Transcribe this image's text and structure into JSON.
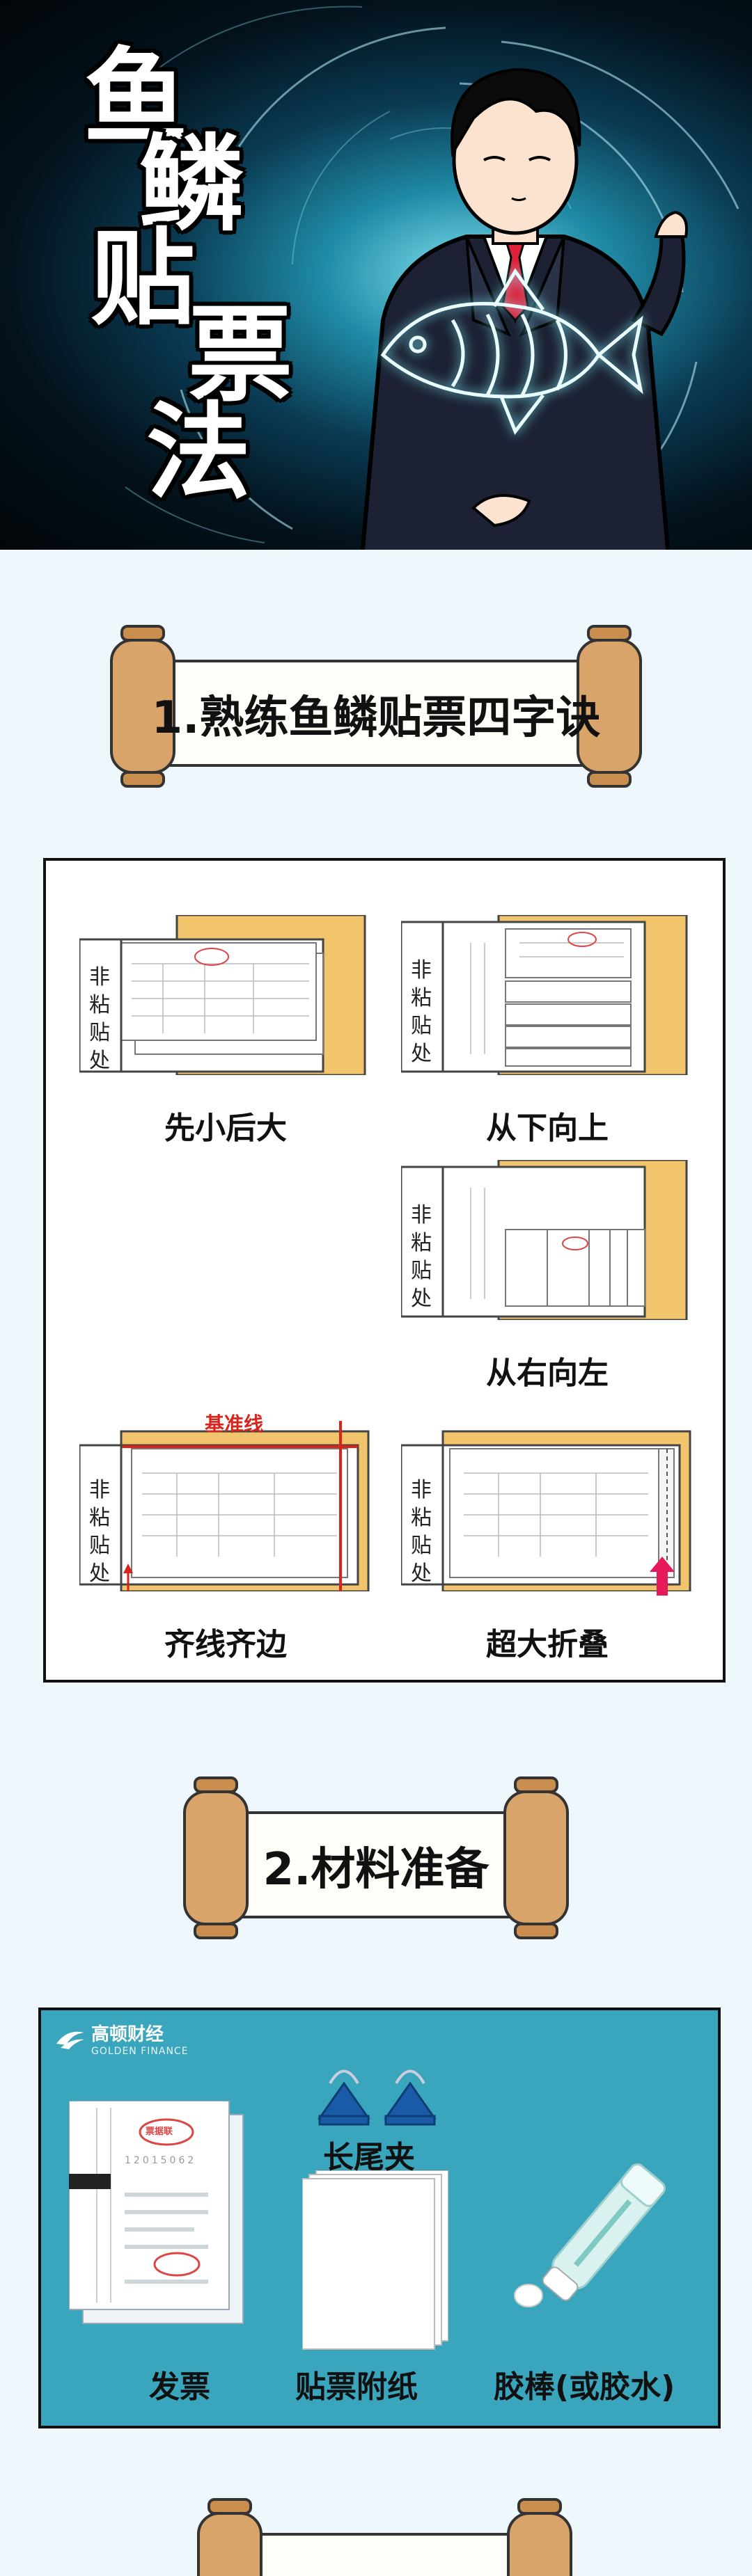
{
  "hero": {
    "title_chars": [
      "鱼",
      "鳞",
      "贴",
      "票",
      "法"
    ]
  },
  "section1": {
    "heading": "1.熟练鱼鳞贴票四字诀",
    "steps": [
      {
        "label": "先小后大",
        "side_label": "非粘贴处"
      },
      {
        "label": "从下向上",
        "side_label": "非粘贴处"
      },
      {
        "label": "从右向左",
        "side_label": "非粘贴处"
      },
      {
        "label": "齐线齐边",
        "side_label": "非粘贴处",
        "annotation": "基准线"
      },
      {
        "label": "超大折叠",
        "side_label": "非粘贴处"
      }
    ]
  },
  "section2": {
    "heading": "2.材料准备",
    "brand": {
      "name": "高顿财经",
      "subtitle": "GOLDEN FINANCE"
    },
    "invoice_stamp": "票据联",
    "invoice_number": "12015062",
    "materials": [
      {
        "label": "发票"
      },
      {
        "label": "贴票附纸"
      },
      {
        "label": "长尾夹"
      },
      {
        "label": "胶棒(或胶水)"
      }
    ]
  },
  "colors": {
    "background": "#eef8fc",
    "panel_teal": "#39a6bd",
    "scroll_brown": "#c98e4e",
    "pad_orange": "#f2c46b",
    "baseline_red": "#d9241c",
    "arrow_pink": "#e6195a"
  }
}
